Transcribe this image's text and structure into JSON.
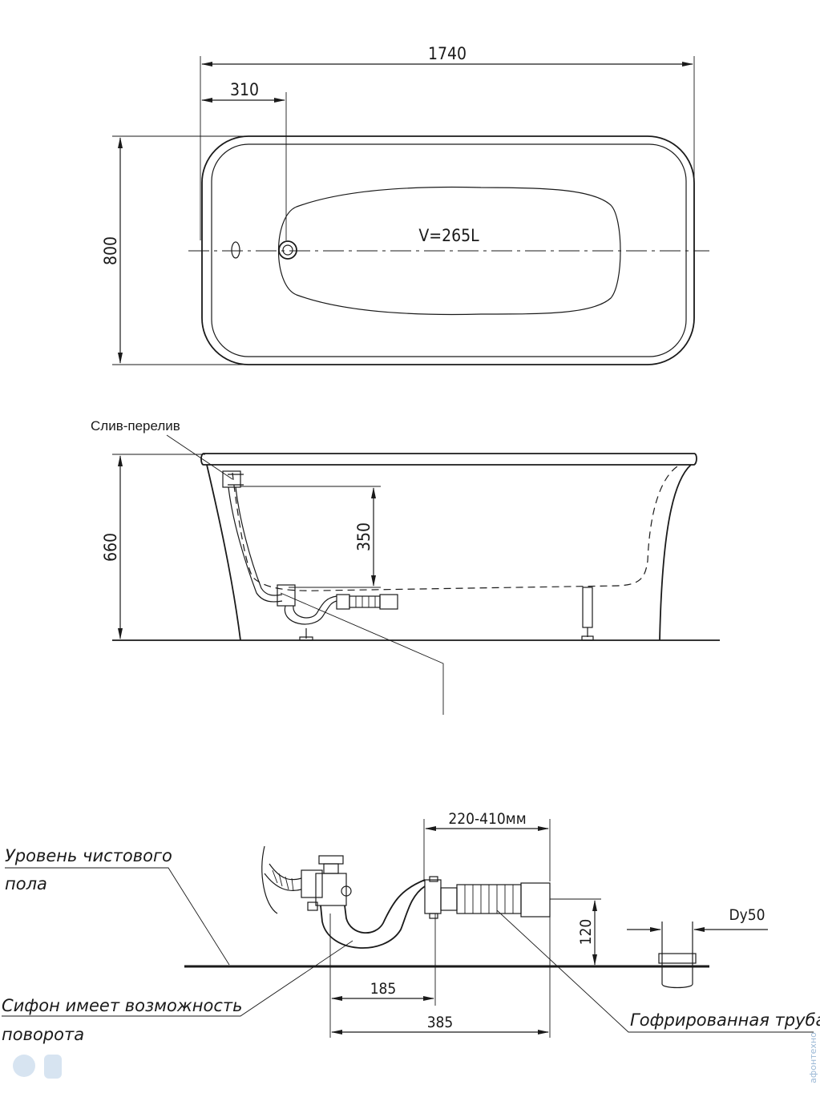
{
  "top_view": {
    "length": "1740",
    "drain_offset": "310",
    "width": "800",
    "volume": "V=265L"
  },
  "side_view": {
    "drain_label": "Слив-перелив",
    "height": "660",
    "overflow_height": "350"
  },
  "siphon_detail": {
    "adjust_range": "220-410мм",
    "floor_level_line1": "Уровень чистового",
    "floor_level_line2": "пола",
    "pipe_height": "120",
    "dn": "Dy50",
    "dim_185": "185",
    "dim_385": "385",
    "rotate_line1": "Сифон имеет возможность",
    "rotate_line2": "поворота",
    "corrugated": "Гофрированная труба"
  },
  "watermark": "афонтехно"
}
